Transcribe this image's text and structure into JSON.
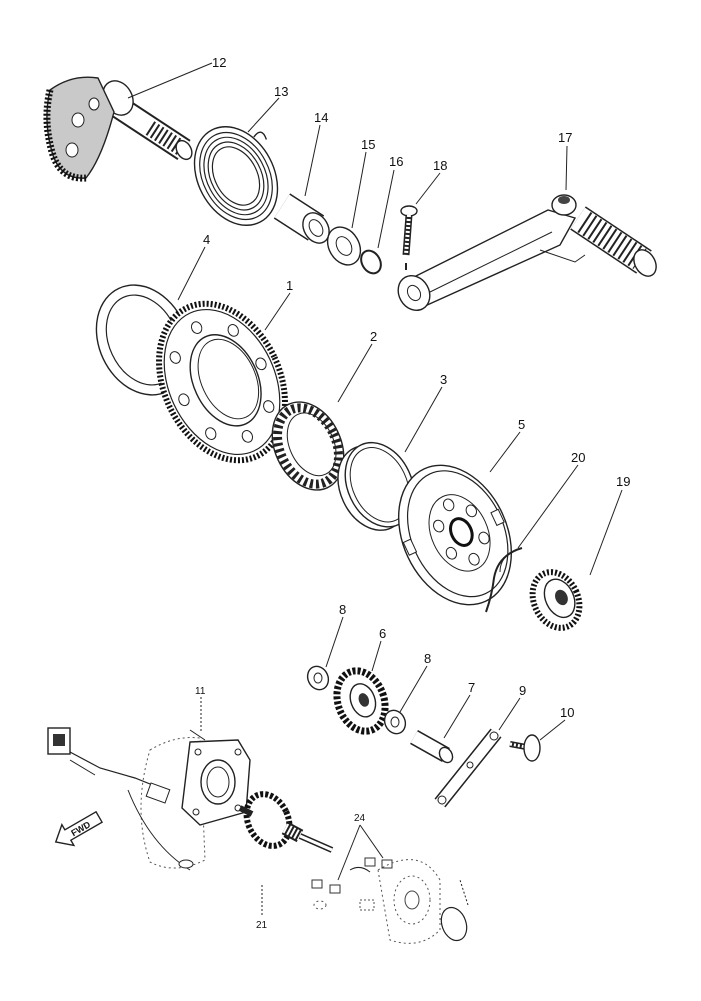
{
  "callouts": [
    "12",
    "13",
    "14",
    "15",
    "16",
    "18",
    "17",
    "4",
    "1",
    "2",
    "3",
    "5",
    "20",
    "19",
    "8",
    "6",
    "8",
    "7",
    "9",
    "10",
    "11",
    "24",
    "21"
  ],
  "arrow_label": "FWD"
}
